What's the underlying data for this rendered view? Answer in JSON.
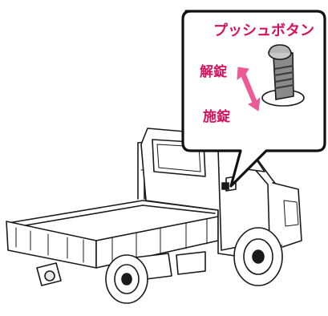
{
  "callout": {
    "push_button_label": "プッシュボタン",
    "unlock_label": "解錠",
    "lock_label": "施錠"
  },
  "colors": {
    "label": "#d6125e",
    "arrow": "#ec5a95",
    "line": "#1a1a1a",
    "button_body": "#8a8a8a",
    "button_top": "#c8c8c8"
  },
  "icons": [
    "lock-unlock-arrow-icon",
    "push-button-icon",
    "kei-truck-illustration"
  ]
}
